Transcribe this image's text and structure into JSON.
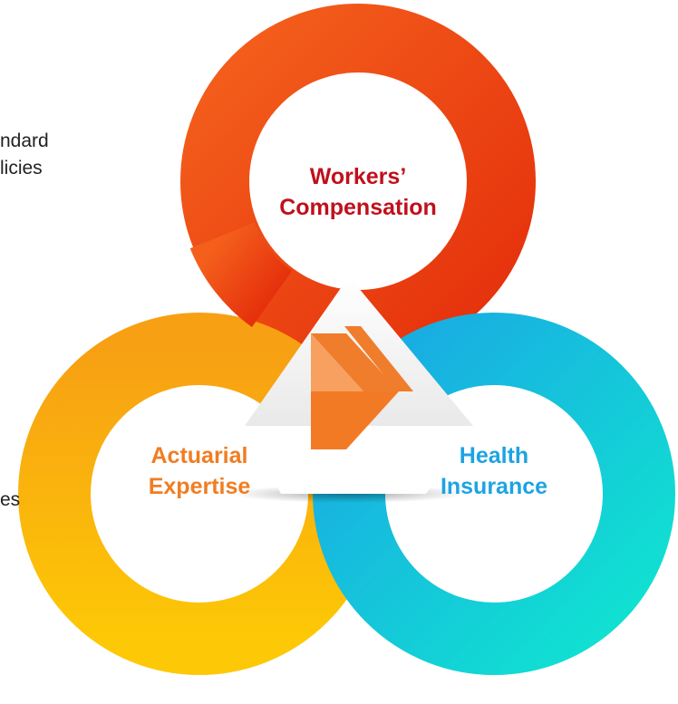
{
  "side_text": {
    "line1": "ndard",
    "line2": "licies",
    "line3": "es"
  },
  "rings": {
    "top": {
      "line1": "Workers’",
      "line2": "Compensation",
      "color": "#c0101c",
      "gradient": [
        "#f2541a",
        "#ea3a0e"
      ]
    },
    "left": {
      "line1": "Actuarial",
      "line2": "Expertise",
      "color": "#f07d22",
      "gradient": [
        "#f6a312",
        "#fcc207"
      ]
    },
    "right": {
      "line1": "Health",
      "line2": "Insurance",
      "color": "#1ea3e2",
      "gradient": [
        "#1cb7e6",
        "#12dcd4"
      ]
    }
  },
  "logo": {
    "icon": "arrow-chevron-logo-icon",
    "color": "#f07d2c"
  }
}
